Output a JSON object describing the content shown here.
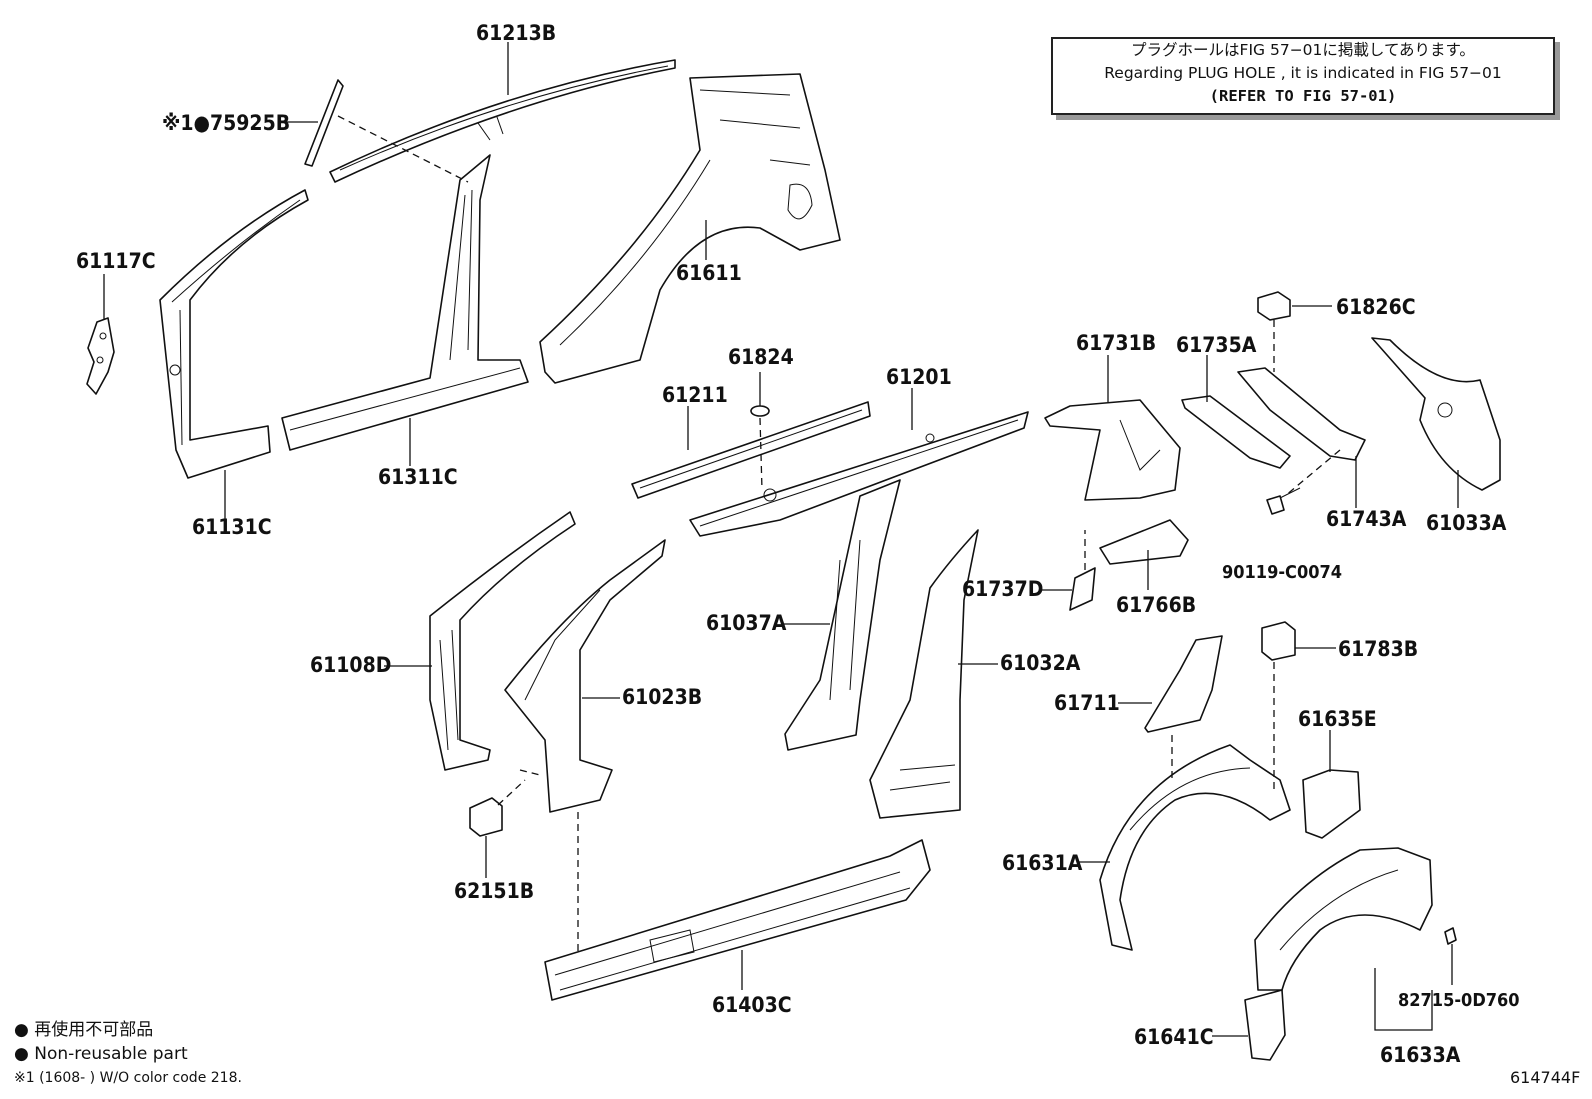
{
  "note": {
    "line_jp": "プラグホールはFIG 57−01に掲載してあります。",
    "line_en": "Regarding  PLUG  HOLE , it is indicated in  FIG  57−01",
    "line_ref": "(REFER TO FIG 57-01)"
  },
  "legend": {
    "jp": "● 再使用不可部品",
    "en": "● Non-reusable part",
    "footnote": "※1 (1608-      ) W/O color code 218."
  },
  "figure_id": "614744F",
  "parts": {
    "p61213B": "61213B",
    "p75925B": "※1●75925B",
    "p61117C": "61117C",
    "p61611": "61611",
    "p61131C": "61131C",
    "p61311C": "61311C",
    "p61824": "61824",
    "p61211": "61211",
    "p61201": "61201",
    "p61731B": "61731B",
    "p61735A": "61735A",
    "p61826C": "61826C",
    "p61743A": "61743A",
    "p61033A": "61033A",
    "p90119": "90119-C0074",
    "p61737D": "61737D",
    "p61766B": "61766B",
    "p61108D": "61108D",
    "p61023B": "61023B",
    "p61037A": "61037A",
    "p61032A": "61032A",
    "p61783B": "61783B",
    "p61711": "61711",
    "p61635E": "61635E",
    "p62151B": "62151B",
    "p61631A": "61631A",
    "p61403C": "61403C",
    "p82715": "82715-0D760",
    "p61641C": "61641C",
    "p61633A": "61633A"
  }
}
